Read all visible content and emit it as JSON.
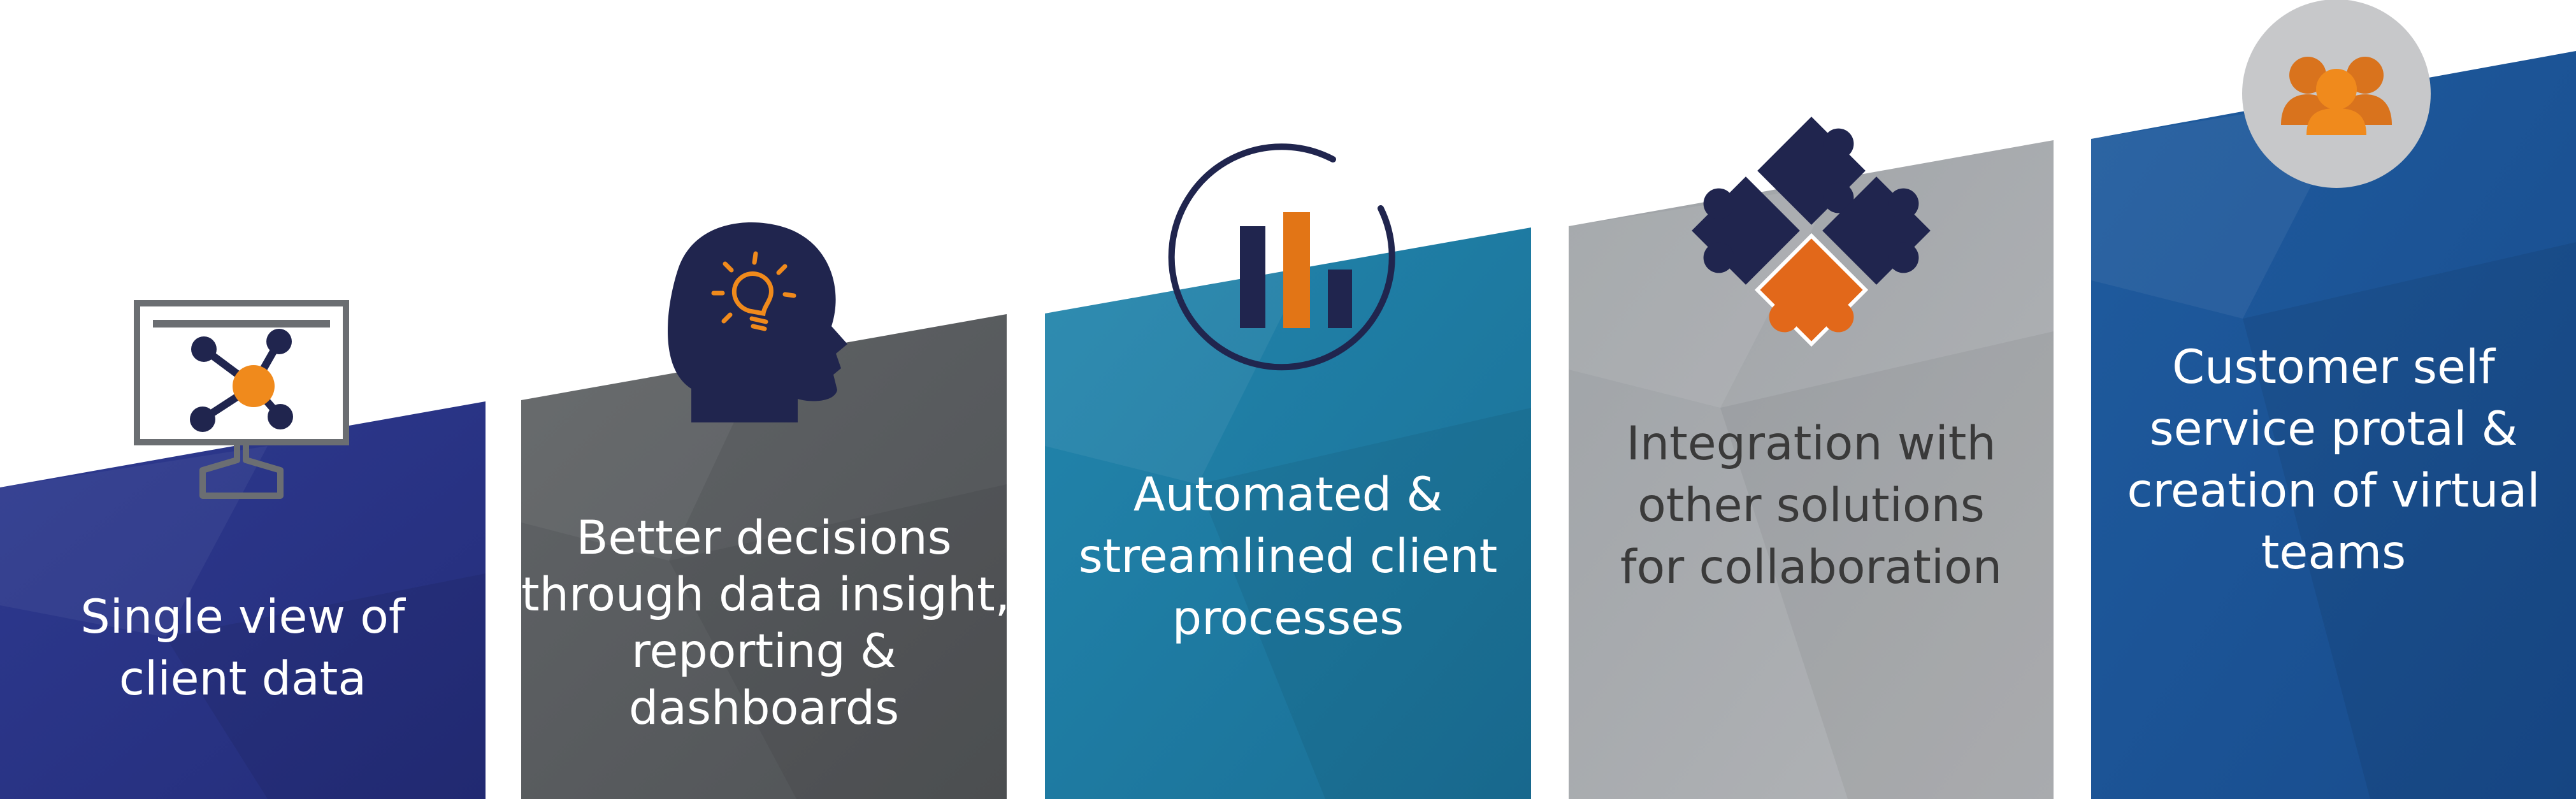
{
  "colors": {
    "panel_1": "#2a3588",
    "panel_2": "#5a5d60",
    "panel_3": "#1f7fa5",
    "panel_4": "#a8abae",
    "panel_5": "#1c5598",
    "icon_navy": "#20254e",
    "icon_orange": "#f08a1c",
    "puzzle_orange": "#e2681a",
    "icon_gray": "#6b6e72",
    "circle_gray": "#c7c8ca",
    "people_orange": "#d9731d"
  },
  "panels": [
    {
      "name": "single-view",
      "icon": "monitor-network-icon",
      "lines": [
        "Single view of",
        "client data"
      ]
    },
    {
      "name": "better-decisions",
      "icon": "head-lightbulb-icon",
      "lines": [
        "Better decisions",
        "through data insight,",
        "reporting &",
        "dashboards"
      ]
    },
    {
      "name": "automated",
      "icon": "bar-chart-circle-icon",
      "lines": [
        "Automated &",
        "streamlined client",
        "processes"
      ]
    },
    {
      "name": "integration",
      "icon": "puzzle-pieces-icon",
      "lines": [
        "Integration with",
        "other solutions",
        "for collaboration"
      ]
    },
    {
      "name": "self-service",
      "icon": "people-group-icon",
      "lines": [
        "Customer self",
        "service protal &",
        "creation of virtual",
        "teams"
      ]
    }
  ]
}
